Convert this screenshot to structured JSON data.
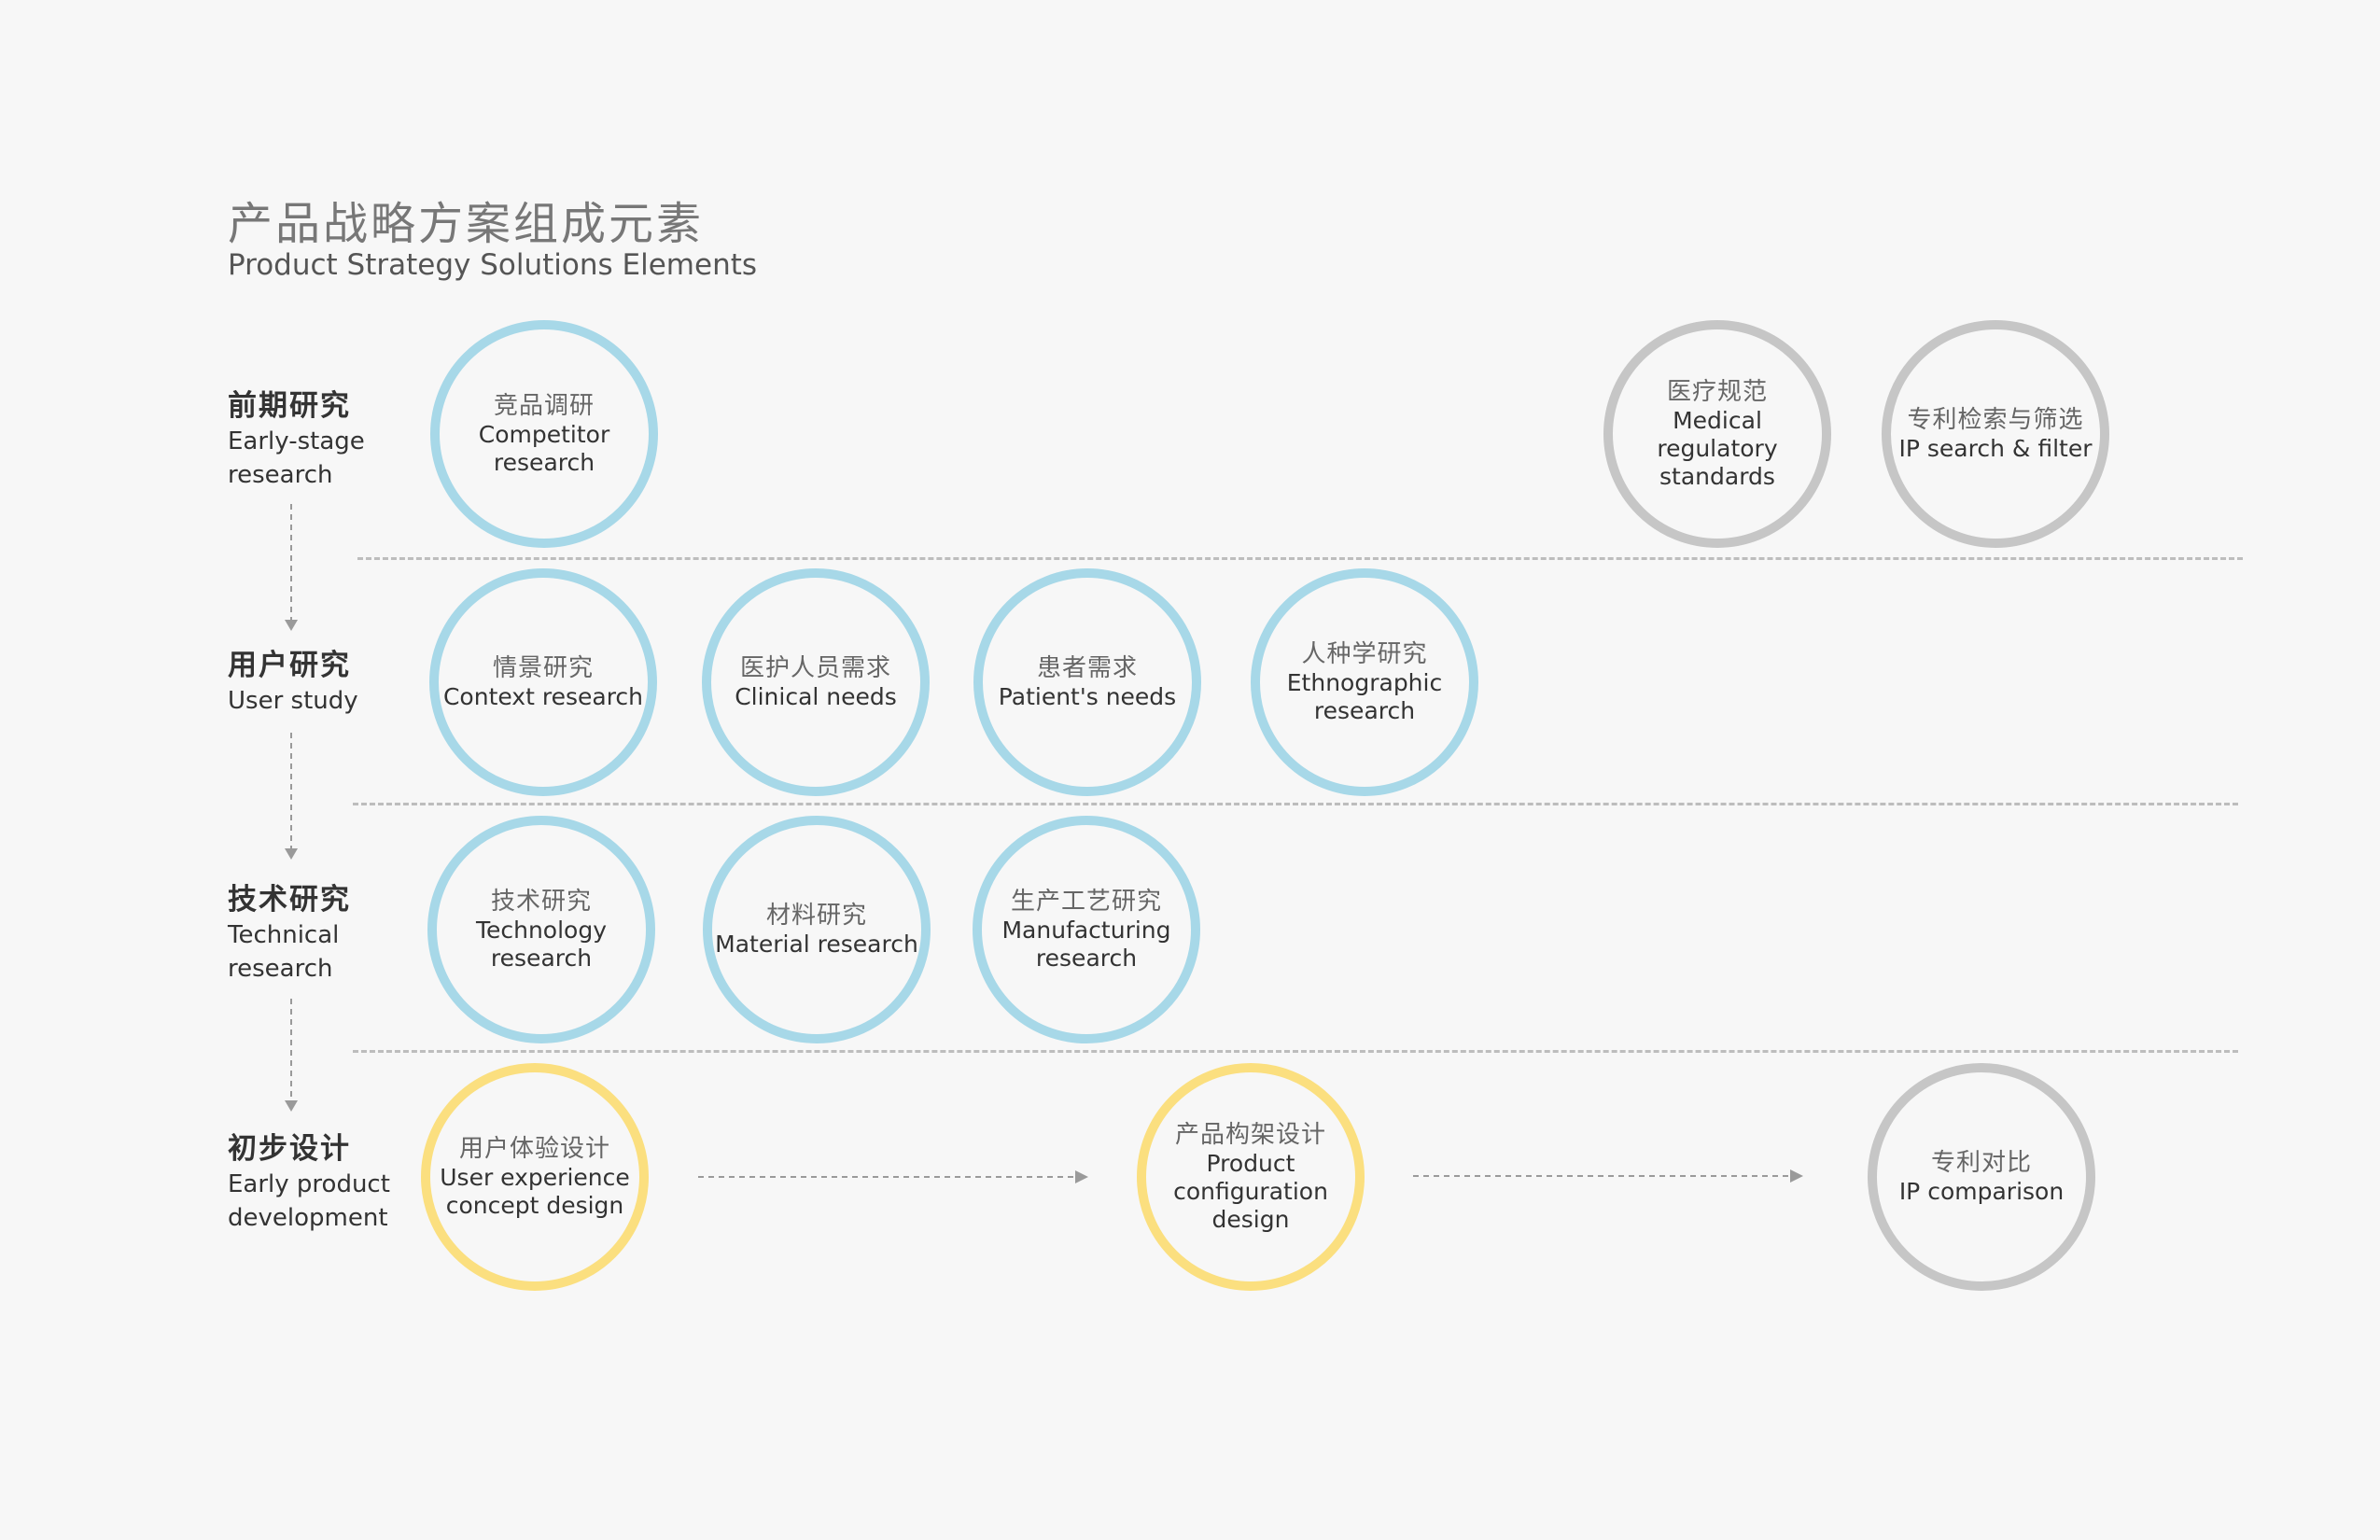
{
  "title": {
    "cn": "产品战略方案组成元素",
    "en": "Product Strategy Solutions Elements"
  },
  "rows": [
    {
      "cn": "前期研究",
      "en_lines": [
        "Early-stage",
        "research"
      ]
    },
    {
      "cn": "用户研究",
      "en_lines": [
        "User study"
      ]
    },
    {
      "cn": "技术研究",
      "en_lines": [
        "Technical",
        "research"
      ]
    },
    {
      "cn": "初步设计",
      "en_lines": [
        "Early product",
        "development"
      ]
    }
  ],
  "nodes": {
    "competitor": {
      "cn": "竞品调研",
      "en": "Competitor research"
    },
    "medical": {
      "cn": "医疗规范",
      "en": "Medical regulatory standards"
    },
    "ipsearch": {
      "cn": "专利检索与筛选",
      "en": "IP search & filter"
    },
    "context": {
      "cn": "情景研究",
      "en": "Context research"
    },
    "clinical": {
      "cn": "医护人员需求",
      "en": "Clinical needs"
    },
    "patient": {
      "cn": "患者需求",
      "en": "Patient's needs"
    },
    "ethno": {
      "cn": "人种学研究",
      "en": "Ethnographic research"
    },
    "technology": {
      "cn": "技术研究",
      "en": "Technology research"
    },
    "material": {
      "cn": "材料研究",
      "en": "Material research"
    },
    "manufacturing": {
      "cn": "生产工艺研究",
      "en": "Manufacturing research"
    },
    "ux": {
      "cn": "用户体验设计",
      "en": "User experience concept design"
    },
    "config": {
      "cn": "产品构架设计",
      "en": "Product configuration design"
    },
    "ipcompare": {
      "cn": "专利对比",
      "en": "IP comparison"
    }
  },
  "colors": {
    "blue_ring": "#a7d8e8",
    "yellow_ring": "#fbdf7f",
    "gray_ring": "#c6c6c6",
    "background": "#f7f7f7"
  }
}
